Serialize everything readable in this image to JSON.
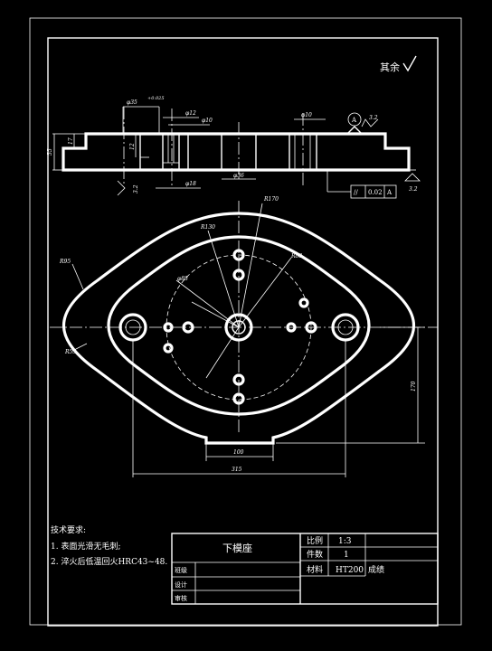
{
  "roughness_note": "其余",
  "dims": {
    "top_dia": "φ35",
    "top_tol": "+0.025",
    "dia12": "φ12",
    "dia10": "φ10",
    "dia10b": "φ10",
    "dia18": "φ18",
    "dia36": "φ36",
    "h12": "12",
    "h17": "17",
    "h55": "55",
    "datum_a": "A",
    "rough_right": "3.2",
    "rough_left": "3.2",
    "rough_bottom": "3.2",
    "tol_sym": "//",
    "tol_val": "0.02",
    "tol_ref": "A"
  },
  "plan_dims": {
    "r170": "R170",
    "r130": "R130",
    "r95": "R95",
    "r55": "R55",
    "phi88": "φ88",
    "dim170": "170",
    "dim100": "100",
    "dim315": "315",
    "r_circle": "R88"
  },
  "tech": {
    "heading": "技术要求:",
    "req1": "1. 表面光滑无毛刺;",
    "req2": "2. 淬火后低温回火HRC43~48."
  },
  "title_block": {
    "part_name": "下模座",
    "scale_label": "比例",
    "scale_value": "1:3",
    "qty_label": "件数",
    "qty_value": "1",
    "material_label": "材料",
    "material_value": "HT200",
    "grade_label": "成绩",
    "drawn_by": "班级",
    "design": "设计",
    "review": "审核"
  }
}
